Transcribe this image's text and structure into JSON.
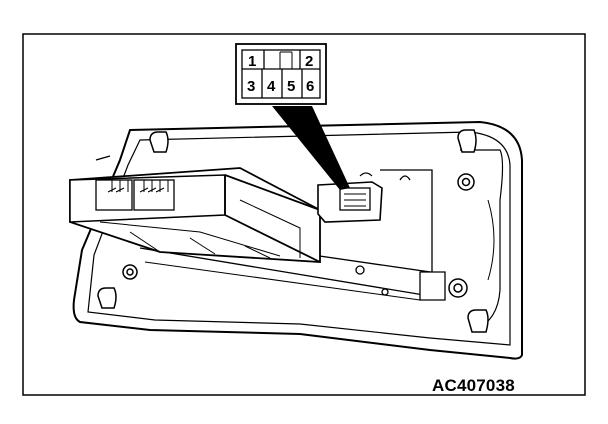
{
  "figure": {
    "reference_code": "AC407038",
    "connector_pins": {
      "top_row": [
        "1",
        "",
        "2"
      ],
      "bottom_row": [
        "3",
        "4",
        "5",
        "6"
      ]
    }
  }
}
